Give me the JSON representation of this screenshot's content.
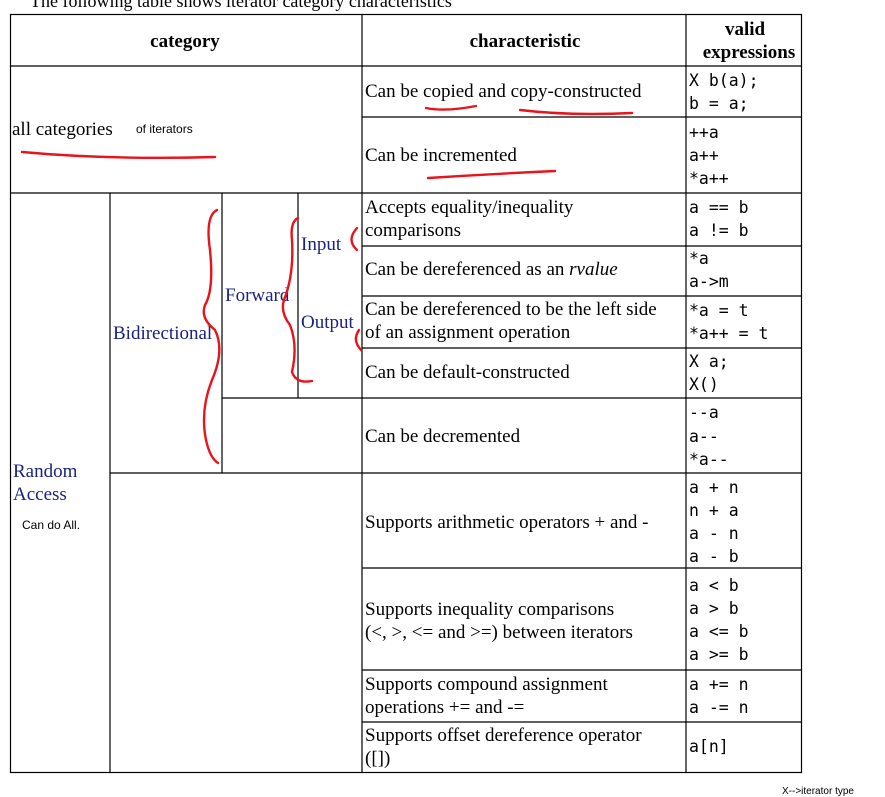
{
  "top_text": "The following table shows iterator category characteristics",
  "headers": {
    "category": "category",
    "characteristic": "characteristic",
    "valid_1": "valid",
    "valid_2": "expressions"
  },
  "categories": {
    "all": "all categories",
    "all_note": "of iterators",
    "random_1": "Random",
    "random_2": "Access",
    "random_note": "Can do All.",
    "bidirectional": "Bidirectional",
    "forward": "Forward",
    "input": "Input",
    "output": "Output"
  },
  "rows": [
    {
      "characteristic": [
        "Can be copied and copy-constructed"
      ],
      "expressions": [
        "X b(a);",
        "b = a;"
      ]
    },
    {
      "characteristic": [
        "Can be incremented"
      ],
      "expressions": [
        "++a",
        "a++",
        "*a++"
      ]
    },
    {
      "characteristic": [
        "Accepts equality/inequality",
        "comparisons"
      ],
      "expressions": [
        "a == b",
        "a != b"
      ]
    },
    {
      "characteristic_prefix": "Can be dereferenced as an ",
      "characteristic_em": "rvalue",
      "expressions": [
        "*a",
        "a->m"
      ]
    },
    {
      "characteristic": [
        "Can be dereferenced to be the left side",
        "of an assignment operation"
      ],
      "expressions": [
        "*a = t",
        "*a++ = t"
      ]
    },
    {
      "characteristic": [
        "Can be default-constructed"
      ],
      "expressions": [
        "X a;",
        "X()"
      ]
    },
    {
      "characteristic": [
        "Can be decremented"
      ],
      "expressions": [
        "--a",
        "a--",
        "*a--"
      ]
    },
    {
      "characteristic": [
        "Supports arithmetic operators + and -"
      ],
      "expressions": [
        "a + n",
        "n + a",
        "a - n",
        "a - b"
      ]
    },
    {
      "characteristic": [
        "Supports inequality comparisons",
        "(<, >, <= and >=) between iterators"
      ],
      "expressions": [
        "a < b",
        "a > b",
        "a <= b",
        "a >= b"
      ]
    },
    {
      "characteristic": [
        "Supports compound assignment",
        "operations += and -="
      ],
      "expressions": [
        "a += n",
        "a -= n"
      ]
    },
    {
      "characteristic": [
        "Supports offset dereference operator",
        "([])"
      ],
      "expressions": [
        "a[n]"
      ]
    }
  ],
  "footnote": "X-->iterator type",
  "colors": {
    "ink_red": "#e8141b",
    "label_navy": "#1a237e",
    "grid": "#000000"
  }
}
